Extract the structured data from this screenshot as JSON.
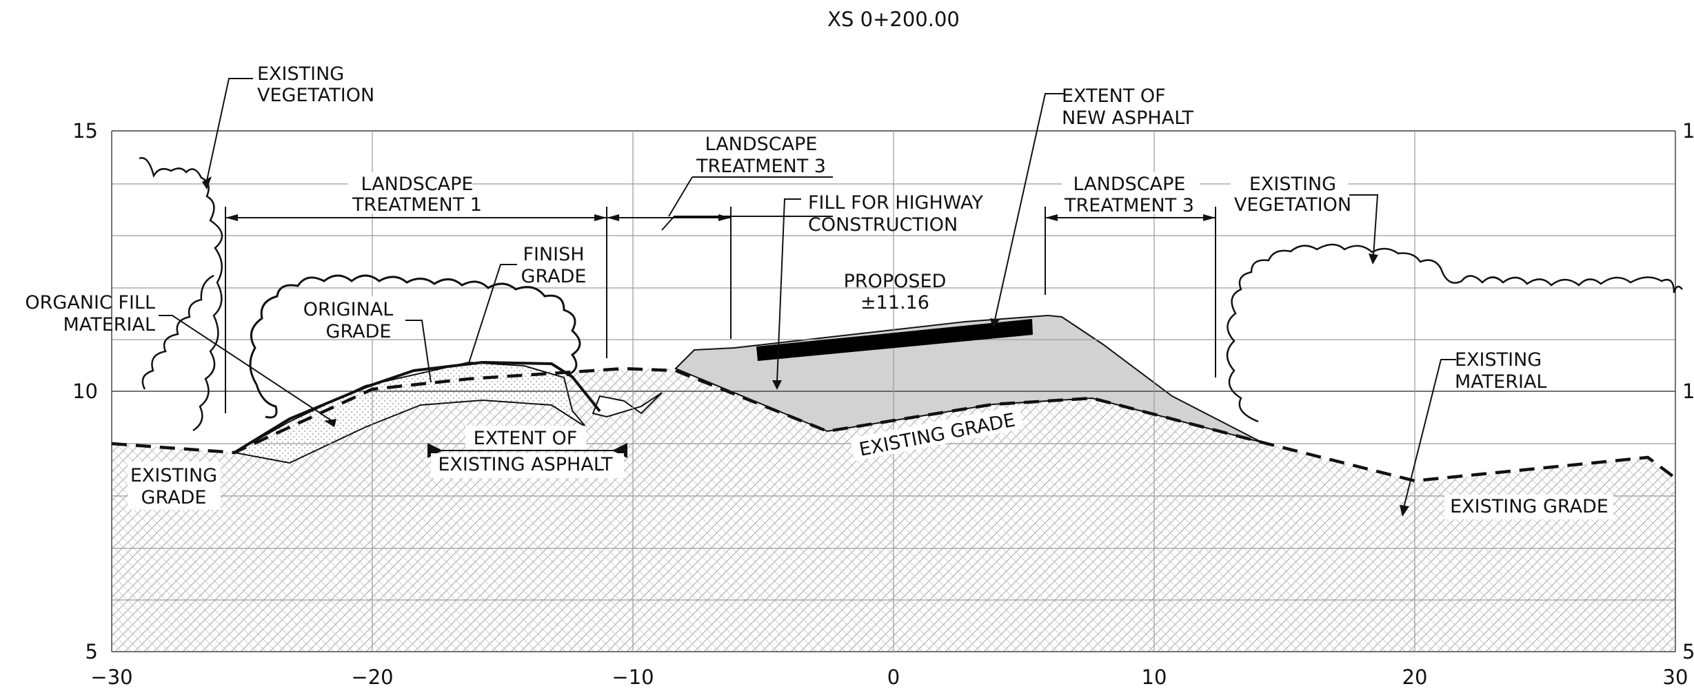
{
  "title": "XS  0+200.00",
  "axes": {
    "x_ticks": [
      "−30",
      "−20",
      "−10",
      "0",
      "10",
      "20",
      "30"
    ],
    "y_ticks": [
      "15",
      "10",
      "5"
    ],
    "y_ticks_right": [
      "1",
      "1",
      "5"
    ]
  },
  "labels": {
    "existing_vegetation_left": [
      "EXISTING",
      "VEGETATION"
    ],
    "landscape_treatment_1": [
      "LANDSCAPE",
      "TREATMENT  1"
    ],
    "landscape_treatment_3a": [
      "LANDSCAPE",
      "TREATMENT  3"
    ],
    "extent_new_asphalt": [
      "EXTENT  OF",
      "NEW  ASPHALT"
    ],
    "fill_highway": [
      "FILL  FOR  HIGHWAY",
      "CONSTRUCTION"
    ],
    "landscape_treatment_3b": [
      "LANDSCAPE",
      "TREATMENT  3"
    ],
    "existing_vegetation_right": [
      "EXISTING",
      "VEGETATION"
    ],
    "finish_grade": [
      "FINISH",
      "GRADE"
    ],
    "organic_fill": [
      "ORGANIC  FILL",
      "MATERIAL"
    ],
    "original_grade": [
      "ORIGINAL",
      "GRADE"
    ],
    "proposed": [
      "PROPOSED",
      "±11.16"
    ],
    "existing_material": [
      "EXISTING",
      "MATERIAL"
    ],
    "extent_existing_asphalt": [
      "EXTENT  OF",
      "EXISTING  ASPHALT"
    ],
    "existing_grade_left": [
      "EXISTING",
      "GRADE"
    ],
    "existing_grade_mid": "EXISTING  GRADE",
    "existing_grade_right": "EXISTING  GRADE"
  }
}
